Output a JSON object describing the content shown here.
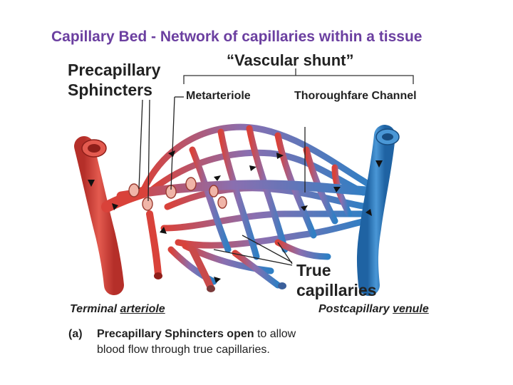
{
  "title": "Capillary Bed - Network of capillaries within a tissue",
  "labels": {
    "vascular_shunt": "“Vascular shunt”",
    "precapillary_line1": "Precapillary",
    "precapillary_line2": "Sphincters",
    "metarteriole": "Metarteriole",
    "thoroughfare": "Thoroughfare Channel",
    "true_line1": "True",
    "true_line2": "capillaries",
    "terminal_prefix": "Terminal ",
    "terminal_underlined": "arteriole",
    "postcap_prefix": "Postcapillary ",
    "postcap_underlined": "venule"
  },
  "caption": {
    "tag": "(a)",
    "line1_bold": "Precapillary Sphincters open",
    "line1_rest": " to allow",
    "line2": "blood flow through true capillaries."
  },
  "colors": {
    "title": "#6b3fa0",
    "artery": "#d9423a",
    "vein": "#2f7fc4",
    "mixed": "#8a6fb0"
  }
}
